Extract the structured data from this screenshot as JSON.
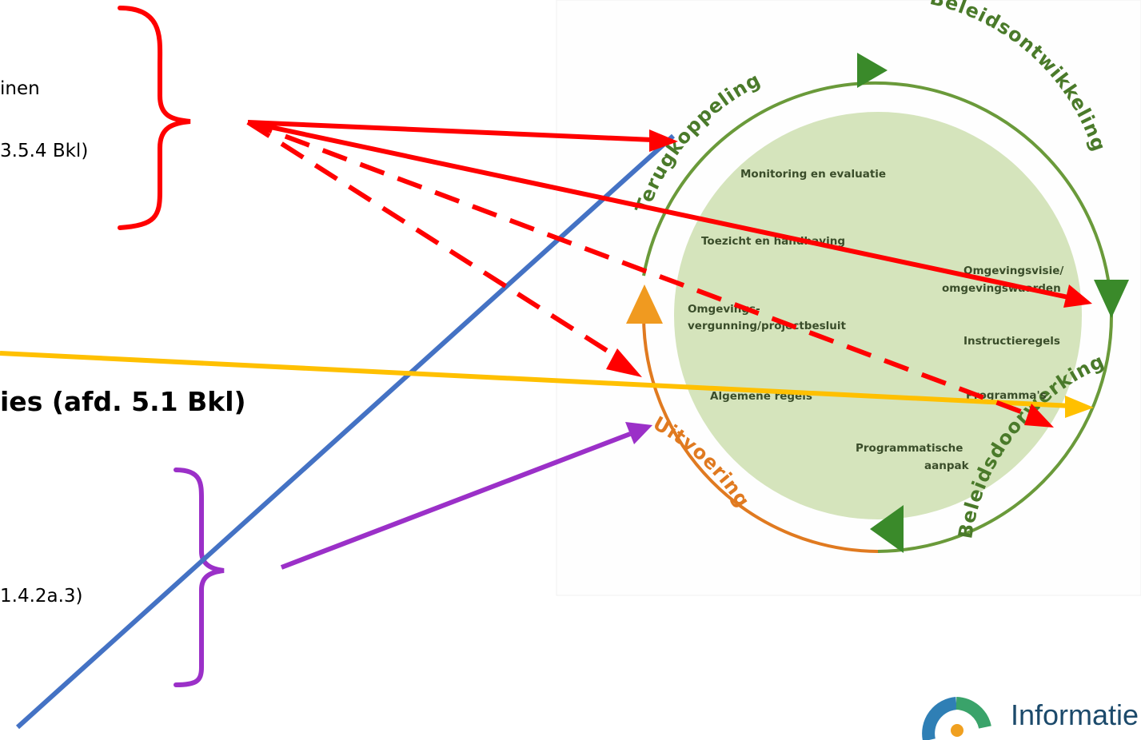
{
  "left_texts": {
    "line1": "inen",
    "line2": "3.5.4 Bkl)",
    "heading": "ies (afd. 5.1 Bkl)",
    "line4": "1.4.2a.3)"
  },
  "cycle": {
    "phases": {
      "feedback": "Terugkoppeling",
      "policy_development": "Beleidsontwikkeling",
      "policy_implementation": "Beleidsdoorwerking",
      "execution": "Uitvoering"
    },
    "instruments": {
      "monitoring": "Monitoring en evaluatie",
      "enforcement": "Toezicht en handhaving",
      "vision_line1": "Omgevingsvisie/",
      "vision_line2": "omgevingswaarden",
      "permit_line1": "Omgevings-",
      "permit_line2": "vergunning/projectbesluit",
      "instruction_rules": "Instructieregels",
      "general_rules": "Algemene regels",
      "programmes": "Programma's",
      "programmatic_line1": "Programmatische",
      "programmatic_line2": "aanpak"
    }
  },
  "logo": {
    "text": "Informatie"
  },
  "colors": {
    "red": "#ff0000",
    "blue": "#4472c4",
    "yellow": "#ffc000",
    "purple": "#9b30c8",
    "cycle_green": "#6a9a3a",
    "cycle_orange": "#e07a20",
    "inner_fill": "#d5e4bc"
  }
}
